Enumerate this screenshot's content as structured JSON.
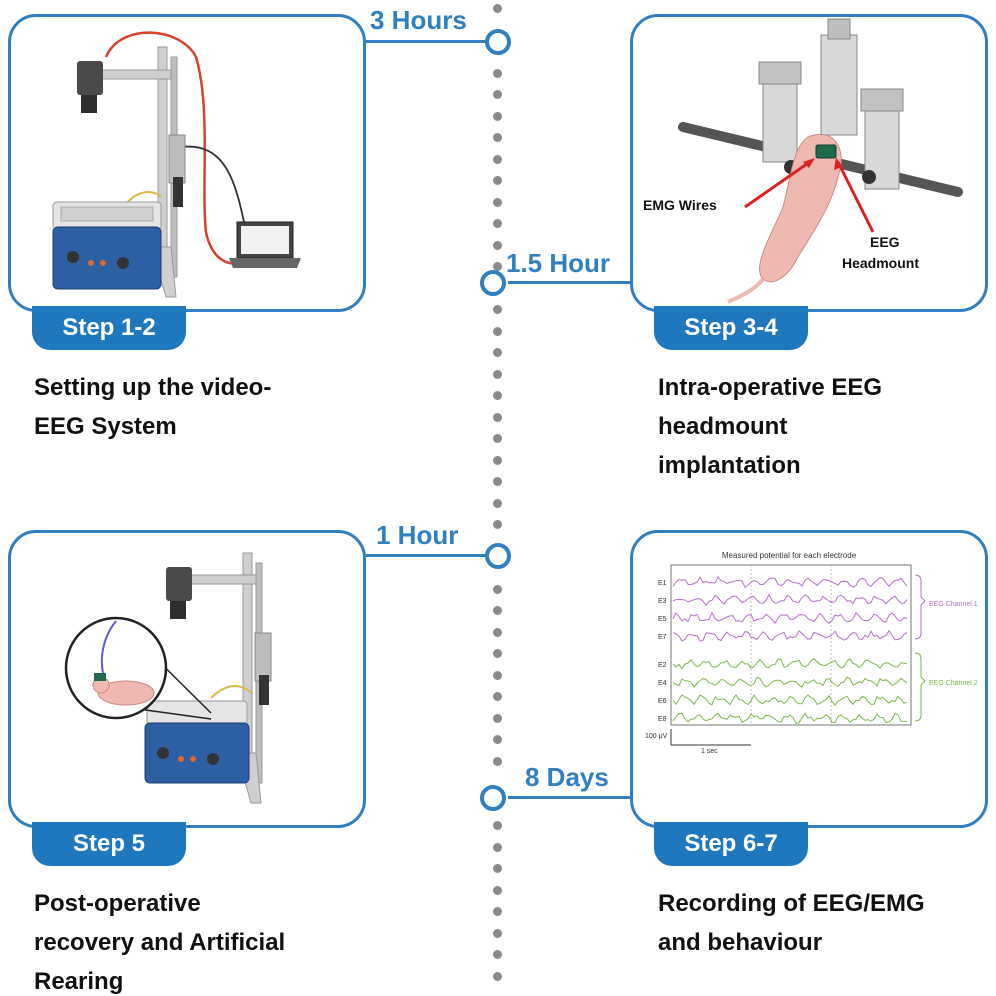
{
  "colors": {
    "accent": "#2f7fc1",
    "tab": "#1f78bd",
    "timeline_dots": "#8a8a8a"
  },
  "steps": [
    {
      "tab": "Step 1-2",
      "description_lines": [
        "Setting up the video-",
        "EEG System"
      ]
    },
    {
      "tab": "Step 3-4",
      "description_lines": [
        "Intra-operative EEG",
        "headmount",
        "implantation"
      ]
    },
    {
      "tab": "Step 5",
      "description_lines": [
        "Post-operative",
        "recovery and Artificial",
        "Rearing"
      ]
    },
    {
      "tab": "Step 6-7",
      "description_lines": [
        "Recording of EEG/EMG",
        "and behaviour"
      ]
    }
  ],
  "timeline": [
    {
      "label": "3 Hours"
    },
    {
      "label": "1.5 Hour"
    },
    {
      "label": "1 Hour"
    },
    {
      "label": "8 Days"
    }
  ],
  "surgery_labels": {
    "emg": "EMG Wires",
    "eeg_line1": "EEG",
    "eeg_line2": "Headmount"
  },
  "eeg_plot": {
    "title": "Measured potential for each electrode",
    "channels_group1": [
      "E1",
      "E3",
      "E5",
      "E7"
    ],
    "channels_group2": [
      "E2",
      "E4",
      "E6",
      "E8"
    ],
    "group1_label": "EEG Channel 1",
    "group2_label": "EEG Channel 2",
    "group1_color": "#b36fc9",
    "group2_color": "#7ab648",
    "scale_voltage": "100 μV",
    "scale_time": "1 sec"
  }
}
